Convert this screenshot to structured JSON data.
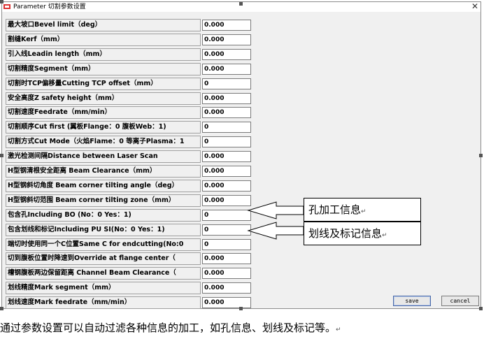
{
  "window": {
    "title": "Parameter 切割参数设置",
    "close_glyph": "✕"
  },
  "params": [
    {
      "label": "最大坡口Bevel limit（deg）",
      "value": "0.000"
    },
    {
      "label": "割缝Kerf（mm）",
      "value": "0.000"
    },
    {
      "label": "引入线Leadin length（mm）",
      "value": "0.000"
    },
    {
      "label": "切割精度Segment（mm）",
      "value": "0.000"
    },
    {
      "label": "切割时TCP偏移量Cutting TCP offset（mm）",
      "value": "0"
    },
    {
      "label": "安全高度Z safety height（mm）",
      "value": "0.000"
    },
    {
      "label": "切割速度Feedrate（mm/min）",
      "value": "0.000"
    },
    {
      "label": "切割顺序Cut first (翼板Flange：0 腹板Web：1)",
      "value": "0"
    },
    {
      "label": "切割方式Cut Mode（火焰Flame：0 等离子Plasma：1",
      "value": "0"
    },
    {
      "label": "激光检测间隔Distance between Laser Scan",
      "value": "0.000"
    },
    {
      "label": "H型钢清根安全距离 Beam Clearance（mm）",
      "value": "0.000"
    },
    {
      "label": "H型钢斜切角度 Beam corner tilting angle（deg）",
      "value": "0.000"
    },
    {
      "label": "H型钢斜切范围 Beam corner tilting zone（mm）",
      "value": "0.000"
    },
    {
      "label": "包含孔Including BO (No：0 Yes：1)",
      "value": "0"
    },
    {
      "label": "包含划线和标记Including PU SI(No：0 Yes：1)",
      "value": "0"
    },
    {
      "label": "端切时使用同一个C位置Same C for endcutting(No:0",
      "value": "0"
    },
    {
      "label": "切到腹板位置时降速到Override at flange center（",
      "value": "0.000"
    },
    {
      "label": "槽钢腹板两边保留距离 Channel Beam Clearance（",
      "value": "0.000"
    },
    {
      "label": "划线精度Mark segment（mm）",
      "value": "0.000"
    },
    {
      "label": "划线速度Mark feedrate（mm/min）",
      "value": "0.000"
    }
  ],
  "buttons": {
    "save": "save",
    "cancel": "cancel"
  },
  "callouts": {
    "hole": "孔加工信息",
    "marking": "划线及标记信息"
  },
  "caption": "通过参数设置可以自动过滤各种信息的加工，如孔信息、划线及标记等。",
  "paragraph_mark": "↵"
}
